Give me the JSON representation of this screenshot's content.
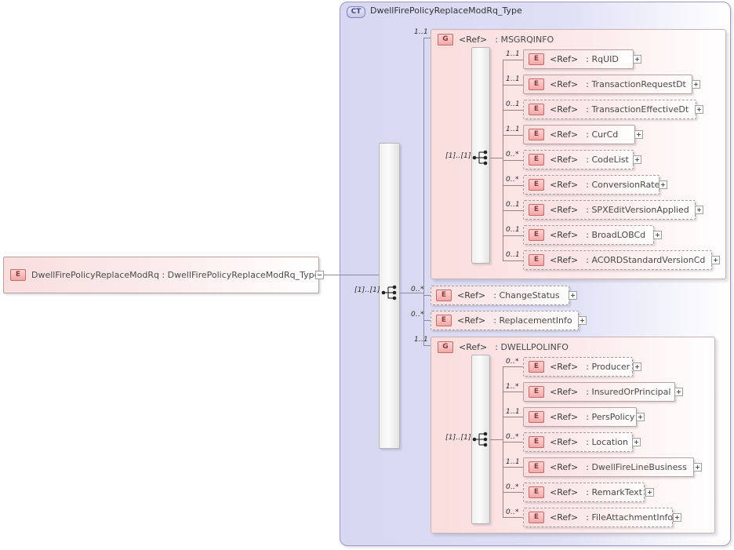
{
  "diagram": {
    "type": "xsd-schema-diagram",
    "root_element": {
      "badge": "E",
      "name": "DwellFirePolicyReplaceModRq",
      "separator": ":",
      "type": "DwellFirePolicyReplaceModRq_Type",
      "label": "DwellFirePolicyReplaceModRq : DwellFirePolicyReplaceModRq_Type",
      "expander": "minus"
    },
    "complex_type": {
      "badge": "CT",
      "name": "DwellFirePolicyReplaceModRq_Type",
      "compositor": "sequence",
      "compositor_occurs": "[1]..[1]"
    },
    "top_level_children": [
      {
        "kind": "group",
        "badge": "G",
        "ref": "<Ref>",
        "separator": ":",
        "name": "MSGRQINFO",
        "occurs": "1..1",
        "required": true,
        "compositor": "sequence",
        "compositor_occurs": "[1]..[1]",
        "children": [
          {
            "badge": "E",
            "ref": "<Ref>",
            "separator": ":",
            "name": "RqUID",
            "occurs": "1..1",
            "required": true,
            "expander": "plus"
          },
          {
            "badge": "E",
            "ref": "<Ref>",
            "separator": ":",
            "name": "TransactionRequestDt",
            "occurs": "1..1",
            "required": true,
            "expander": "plus"
          },
          {
            "badge": "E",
            "ref": "<Ref>",
            "separator": ":",
            "name": "TransactionEffectiveDt",
            "occurs": "0..1",
            "required": false,
            "expander": "plus"
          },
          {
            "badge": "E",
            "ref": "<Ref>",
            "separator": ":",
            "name": "CurCd",
            "occurs": "1..1",
            "required": true,
            "expander": "plus"
          },
          {
            "badge": "E",
            "ref": "<Ref>",
            "separator": ":",
            "name": "CodeList",
            "occurs": "0..*",
            "required": false,
            "expander": "plus"
          },
          {
            "badge": "E",
            "ref": "<Ref>",
            "separator": ":",
            "name": "ConversionRate",
            "occurs": "0..*",
            "required": false,
            "expander": "plus"
          },
          {
            "badge": "E",
            "ref": "<Ref>",
            "separator": ":",
            "name": "SPXEditVersionApplied",
            "occurs": "0..1",
            "required": false,
            "expander": "plus"
          },
          {
            "badge": "E",
            "ref": "<Ref>",
            "separator": ":",
            "name": "BroadLOBCd",
            "occurs": "0..1",
            "required": false,
            "expander": "plus"
          },
          {
            "badge": "E",
            "ref": "<Ref>",
            "separator": ":",
            "name": "ACORDStandardVersionCd",
            "occurs": "0..1",
            "required": false,
            "expander": "plus"
          }
        ]
      },
      {
        "kind": "element",
        "badge": "E",
        "ref": "<Ref>",
        "separator": ":",
        "name": "ChangeStatus",
        "occurs": "0..*",
        "required": false,
        "expander": "plus"
      },
      {
        "kind": "element",
        "badge": "E",
        "ref": "<Ref>",
        "separator": ":",
        "name": "ReplacementInfo",
        "occurs": "0..*",
        "required": false,
        "expander": "plus"
      },
      {
        "kind": "group",
        "badge": "G",
        "ref": "<Ref>",
        "separator": ":",
        "name": "DWELLPOLINFO",
        "occurs": "1..1",
        "required": true,
        "compositor": "sequence",
        "compositor_occurs": "[1]..[1]",
        "children": [
          {
            "badge": "E",
            "ref": "<Ref>",
            "separator": ":",
            "name": "Producer",
            "occurs": "0..*",
            "required": false,
            "expander": "plus"
          },
          {
            "badge": "E",
            "ref": "<Ref>",
            "separator": ":",
            "name": "InsuredOrPrincipal",
            "occurs": "1..*",
            "required": true,
            "expander": "plus"
          },
          {
            "badge": "E",
            "ref": "<Ref>",
            "separator": ":",
            "name": "PersPolicy",
            "occurs": "1..1",
            "required": true,
            "expander": "plus"
          },
          {
            "badge": "E",
            "ref": "<Ref>",
            "separator": ":",
            "name": "Location",
            "occurs": "0..*",
            "required": false,
            "expander": "plus"
          },
          {
            "badge": "E",
            "ref": "<Ref>",
            "separator": ":",
            "name": "DwellFireLineBusiness",
            "occurs": "1..1",
            "required": true,
            "expander": "plus"
          },
          {
            "badge": "E",
            "ref": "<Ref>",
            "separator": ":",
            "name": "RemarkText",
            "occurs": "0..*",
            "required": false,
            "expander": "plus"
          },
          {
            "badge": "E",
            "ref": "<Ref>",
            "separator": ":",
            "name": "FileAttachmentInfo",
            "occurs": "0..*",
            "required": false,
            "expander": "plus"
          }
        ]
      }
    ],
    "colors": {
      "element_fill": "#f9dede",
      "element_border": "#b9a0a0",
      "group_fill": "#fadddd",
      "complextype_fill": "#d7d7f2",
      "complextype_border": "#9a9ac4",
      "badge_fill": "#f3a8a8",
      "connector": "#8a8aa0",
      "background": "#ffffff"
    }
  }
}
